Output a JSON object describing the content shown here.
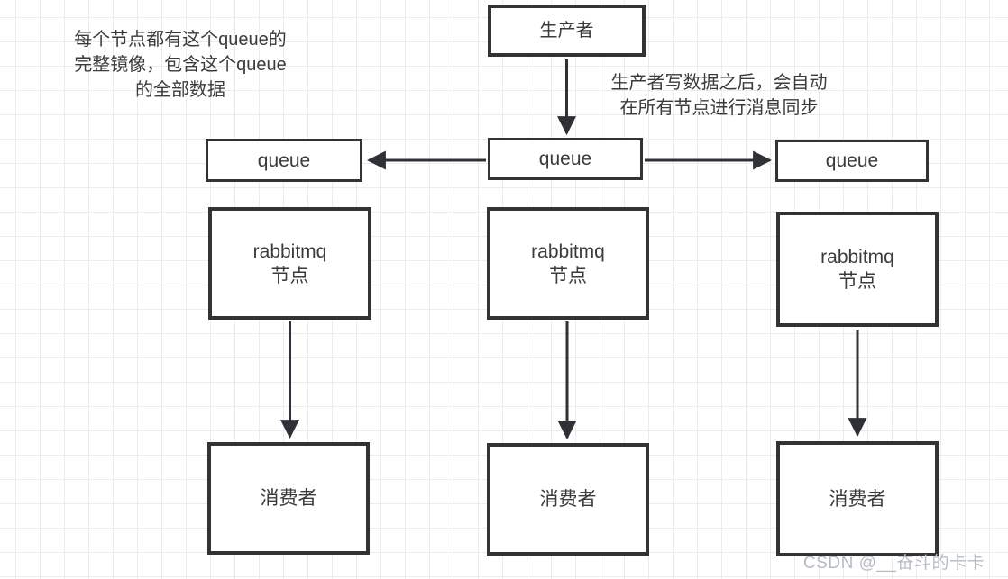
{
  "diagram": {
    "title_semantic": "rabbitmq-mirrored-queue-architecture",
    "colors": {
      "box_border": "#333333",
      "box_fill": "#ffffff",
      "text": "#3b3b3b",
      "arrow": "#303136",
      "grid_line": "#ececec",
      "watermark": "#b6bcc2"
    },
    "nodes": {
      "producer": {
        "label": "生产者"
      },
      "queue_left": {
        "label": "queue"
      },
      "queue_center": {
        "label": "queue"
      },
      "queue_right": {
        "label": "queue"
      },
      "rabbitmq_left": {
        "line1": "rabbitmq",
        "line2": "节点"
      },
      "rabbitmq_center": {
        "line1": "rabbitmq",
        "line2": "节点"
      },
      "rabbitmq_right": {
        "line1": "rabbitmq",
        "line2": "节点"
      },
      "consumer_left": {
        "label": "消费者"
      },
      "consumer_center": {
        "label": "消费者"
      },
      "consumer_right": {
        "label": "消费者"
      }
    },
    "annotations": {
      "left_note": {
        "lines": [
          "每个节点都有这个queue的",
          "完整镜像，包含这个queue",
          "的全部数据"
        ]
      },
      "right_note": {
        "lines": [
          "生产者写数据之后，会自动",
          "在所有节点进行消息同步"
        ]
      }
    },
    "watermark": {
      "text": "CSDN @__奋斗的卡卡"
    }
  }
}
